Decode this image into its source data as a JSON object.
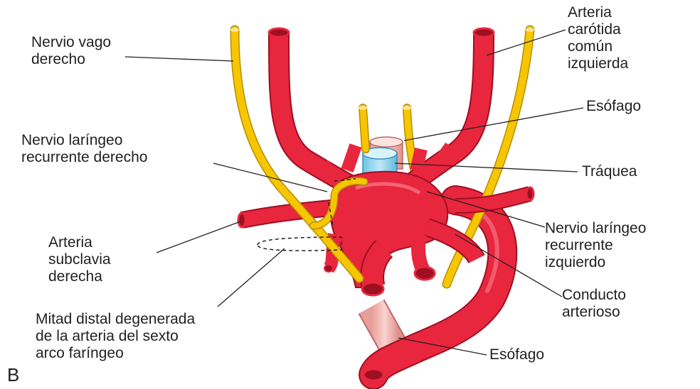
{
  "panel_letter": "B",
  "colors": {
    "artery": "#e8263d",
    "artery_dark": "#9e0f22",
    "nerve": "#f7c600",
    "nerve_dark": "#b58e00",
    "esophagus": "#f3b7b3",
    "trachea": "#8fd3ee",
    "leader": "#231f20"
  },
  "labels": {
    "right_vagus": [
      "Nervio vago",
      "derecho"
    ],
    "left_common_carotid": [
      "Arteria",
      "carótida",
      "común",
      "izquierda"
    ],
    "esophagus_top": [
      "Esófago"
    ],
    "right_recurrent": [
      "Nervio laríngeo",
      "recurrente derecho"
    ],
    "trachea": [
      "Tráquea"
    ],
    "right_subclavian": [
      "Arteria",
      "subclavia",
      "derecha"
    ],
    "left_recurrent": [
      "Nervio laríngeo",
      "recurrente",
      "izquierdo"
    ],
    "ductus": [
      "Conducto",
      "arterioso"
    ],
    "distal_half": [
      "Mitad distal degenerada",
      "de la arteria del sexto",
      "arco faríngeo"
    ],
    "esophagus_bottom": [
      "Esófago"
    ]
  }
}
